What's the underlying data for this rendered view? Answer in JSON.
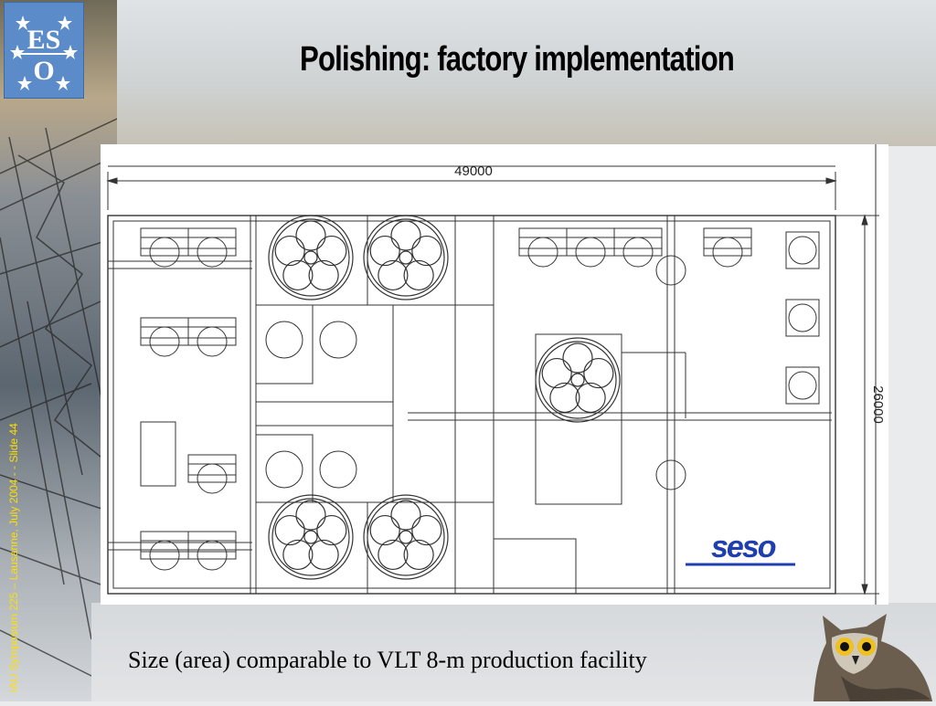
{
  "slide": {
    "title": "Polishing: factory implementation",
    "caption": "Size (area) comparable to VLT 8-m production facility",
    "side_text": "IAU Symposium 225 – Lausanne, July 2004 - - Slide 44"
  },
  "logo": {
    "text": "ES\nO"
  },
  "drawing": {
    "width_dimension": "49000",
    "height_dimension": "26000",
    "company_logo_text": "seso"
  },
  "colors": {
    "side_text": "#ffdf00",
    "logo_bg": "#5b8bc8",
    "seso_blue": "#1f3fb0"
  }
}
